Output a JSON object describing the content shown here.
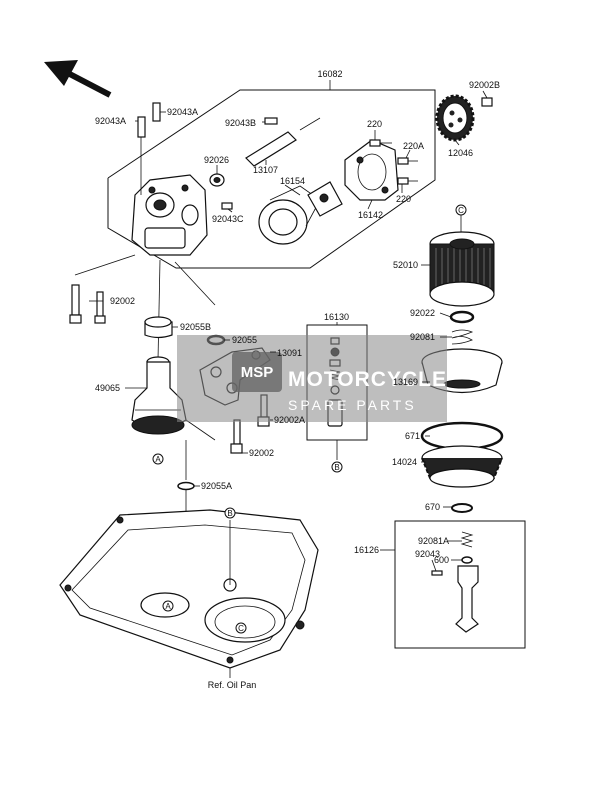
{
  "diagram": {
    "labels": {
      "p16082": "16082",
      "p92043A_1": "92043A",
      "p92043A_2": "92043A",
      "p92043B": "92043B",
      "p220": "220",
      "p92002B": "92002B",
      "p12046": "12046",
      "p92026": "92026",
      "p13107": "13107",
      "p16154": "16154",
      "p220A": "220A",
      "p220_b": "220",
      "p92043C": "92043C",
      "p16142": "16142",
      "p52010": "52010",
      "p92002_1": "92002",
      "p92055B": "92055B",
      "p92055": "92055",
      "p16130": "16130",
      "p13091": "13091",
      "p92022": "92022",
      "p92081": "92081",
      "p49065": "49065",
      "p13169": "13169",
      "p92002A": "92002A",
      "p671": "671",
      "p92002_2": "92002",
      "p14024": "14024",
      "p92055A": "92055A",
      "p670": "670",
      "p16126": "16126",
      "p92081A": "92081A",
      "p600": "600",
      "p92043": "92043",
      "ref_oil_pan": "Ref. Oil Pan"
    },
    "callouts": {
      "a1": "A",
      "a2": "A",
      "b1": "B",
      "b2": "B",
      "c1": "C",
      "c2": "C"
    }
  },
  "watermark": {
    "logo": "MSP",
    "title": "MOTORCYCLE",
    "subtitle": "SPARE PARTS"
  }
}
